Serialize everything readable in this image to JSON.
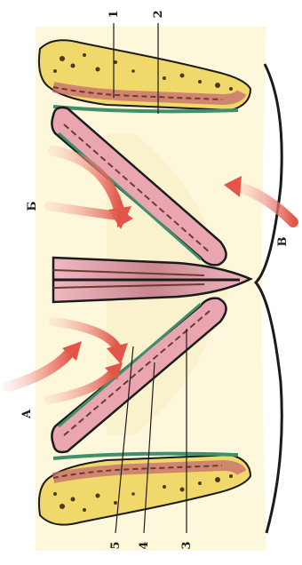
{
  "labels": {
    "num_1": "1",
    "num_2": "2",
    "num_3": "3",
    "num_4": "4",
    "num_5": "5",
    "letter_a": "А",
    "letter_b": "Б",
    "letter_v": "В"
  },
  "colors": {
    "background": "#fdf7dc",
    "tissue_pink": "#e9a6b0",
    "tissue_dark": "#6e3a2f",
    "sheath_green": "#3f8f6a",
    "fat_yellow": "#f1d86a",
    "arrow_red": "#e2564a",
    "outline": "#1b1b1b"
  }
}
